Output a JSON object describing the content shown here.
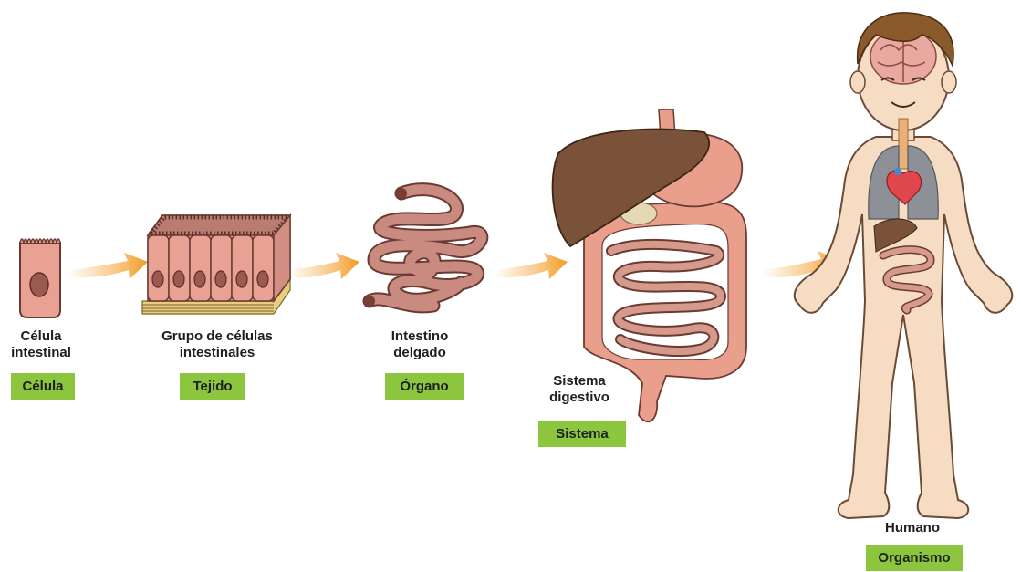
{
  "levels": [
    {
      "caption": [
        "Célula",
        "intestinal"
      ],
      "level": "Célula"
    },
    {
      "caption": [
        "Grupo de células",
        "intestinales"
      ],
      "level": "Tejido"
    },
    {
      "caption": [
        "Intestino",
        "delgado"
      ],
      "level": "Órgano"
    },
    {
      "caption": [
        "Sistema",
        "digestivo"
      ],
      "level": "Sistema"
    },
    {
      "caption": [
        "Humano"
      ],
      "level": "Organismo"
    }
  ],
  "colors": {
    "badge": "#8cc63f",
    "cell": "#e8a193",
    "intestine": "#c98a80",
    "liver": "#7a5239",
    "stomach": "#ea9f8c",
    "skin": "#f7dcc4",
    "hair": "#8b5a2b",
    "lungs": "#8d9096",
    "heart": "#e0474c",
    "arrow": "#f5a53b"
  },
  "icons": [
    "cell-illustration",
    "tissue-illustration",
    "intestine-illustration",
    "digestive-system-illustration",
    "human-illustration",
    "arrow-icon"
  ]
}
